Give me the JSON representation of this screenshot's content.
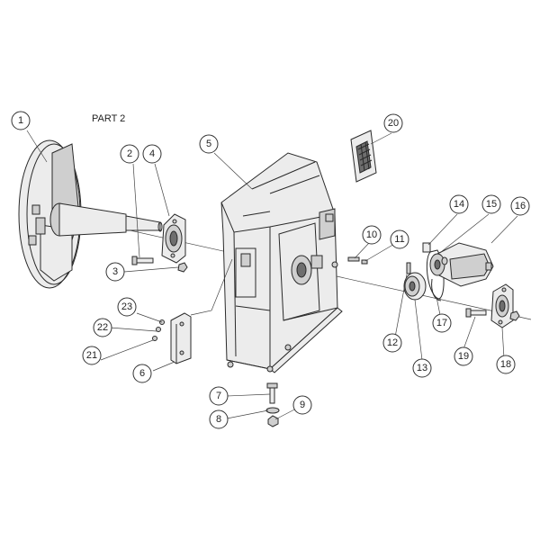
{
  "title": "PART 2",
  "callouts": [
    "1",
    "2",
    "3",
    "4",
    "5",
    "6",
    "7",
    "8",
    "9",
    "10",
    "11",
    "12",
    "13",
    "14",
    "15",
    "16",
    "17",
    "18",
    "19",
    "20",
    "21",
    "22",
    "23"
  ]
}
